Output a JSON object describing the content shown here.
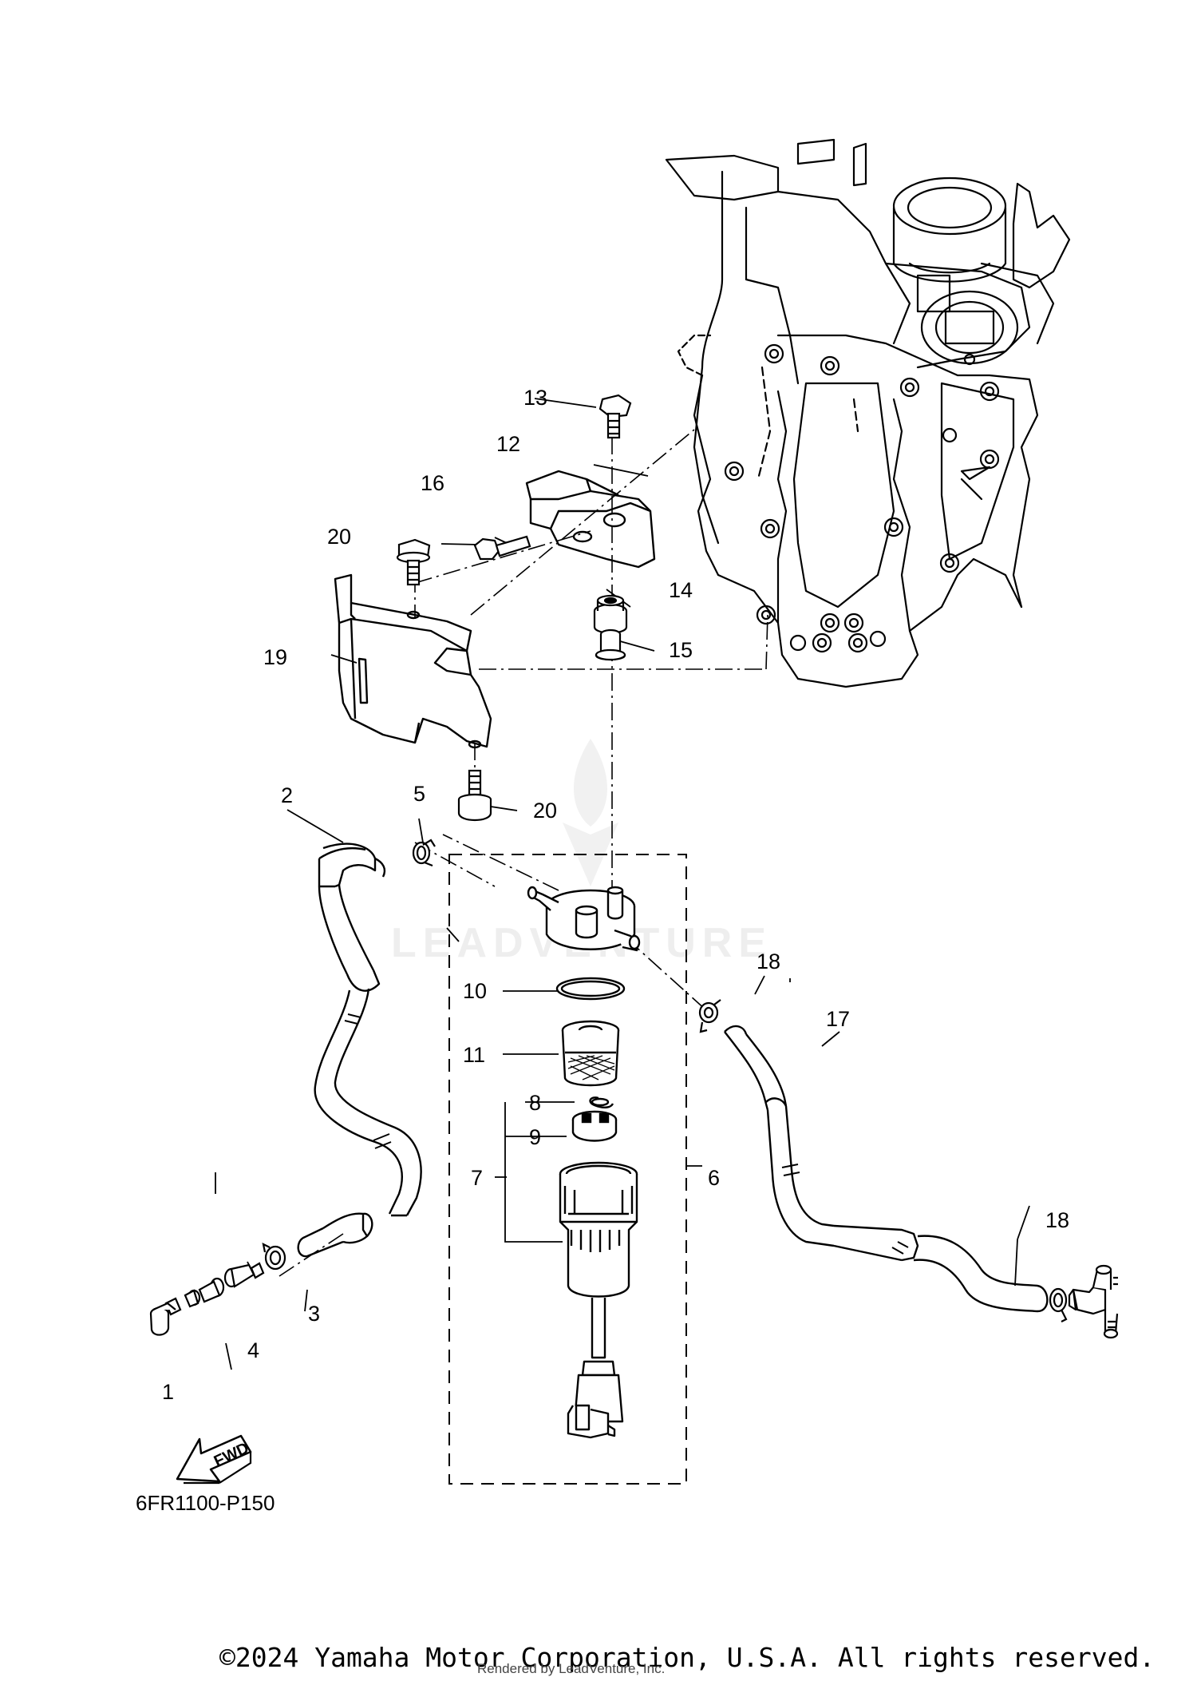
{
  "diagram": {
    "ref_code": "6FR1100-P150",
    "fwd_label": "FWD",
    "watermark": "LEADVENTURE",
    "callouts": {
      "c1": "1",
      "c2": "2",
      "c3": "3",
      "c4": "4",
      "c5": "5",
      "c6": "6",
      "c7": "7",
      "c8": "8",
      "c9": "9",
      "c10": "10",
      "c11": "11",
      "c12": "12",
      "c13": "13",
      "c14": "14",
      "c15": "15",
      "c16": "16",
      "c17": "17",
      "c18a": "18",
      "c18b": "18",
      "c19": "19",
      "c20a": "20",
      "c20b": "20"
    }
  },
  "footer": {
    "copyright": "©2024 Yamaha Motor Corporation, U.S.A. All rights reserved.",
    "rendered_by": "Rendered by LeadVenture, Inc."
  }
}
